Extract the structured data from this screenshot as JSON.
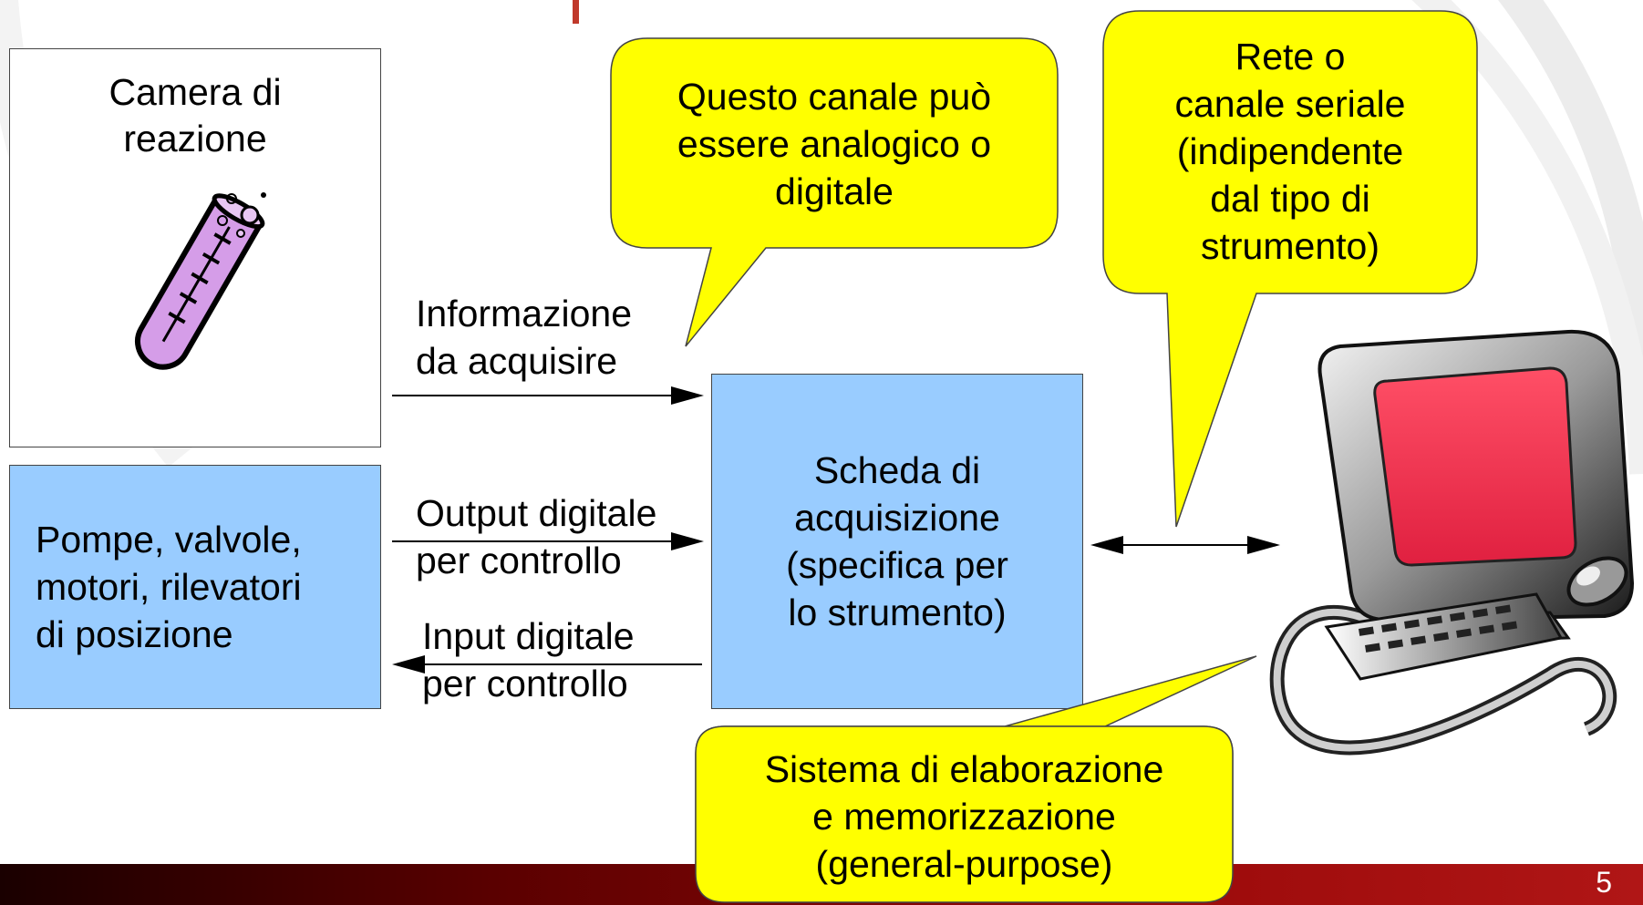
{
  "camera": {
    "line1": "Camera di",
    "line2": "reazione",
    "icon": "test-tube-icon"
  },
  "pumps": {
    "line1": "Pompe, valvole,",
    "line2": "motori, rilevatori",
    "line3": "di posizione"
  },
  "card": {
    "line1": "Scheda di",
    "line2": "acquisizione",
    "line3": "(specifica per",
    "line4": "lo strumento)"
  },
  "arrows": {
    "info": {
      "line1": "Informazione",
      "line2": "da acquisire"
    },
    "output": {
      "line1": "Output digitale",
      "line2": "per controllo"
    },
    "input": {
      "line1": "Input digitale",
      "line2": "per controllo"
    }
  },
  "callouts": {
    "channel": {
      "line1": "Questo canale può",
      "line2": "essere analogico o",
      "line3": "digitale"
    },
    "network": {
      "line1": "Rete o",
      "line2": "canale seriale",
      "line3": "(indipendente",
      "line4": "dal tipo di",
      "line5": "strumento)"
    },
    "system": {
      "line1": "Sistema di elaborazione",
      "line2": "e memorizzazione",
      "line3": "(general-purpose)"
    }
  },
  "computer": {
    "icon": "desktop-computer-icon"
  },
  "footer": {
    "page_number": "5"
  },
  "colors": {
    "box_blue": "#99ccff",
    "callout_yellow": "#ffff00",
    "footer_red": "#9b0a0a"
  }
}
